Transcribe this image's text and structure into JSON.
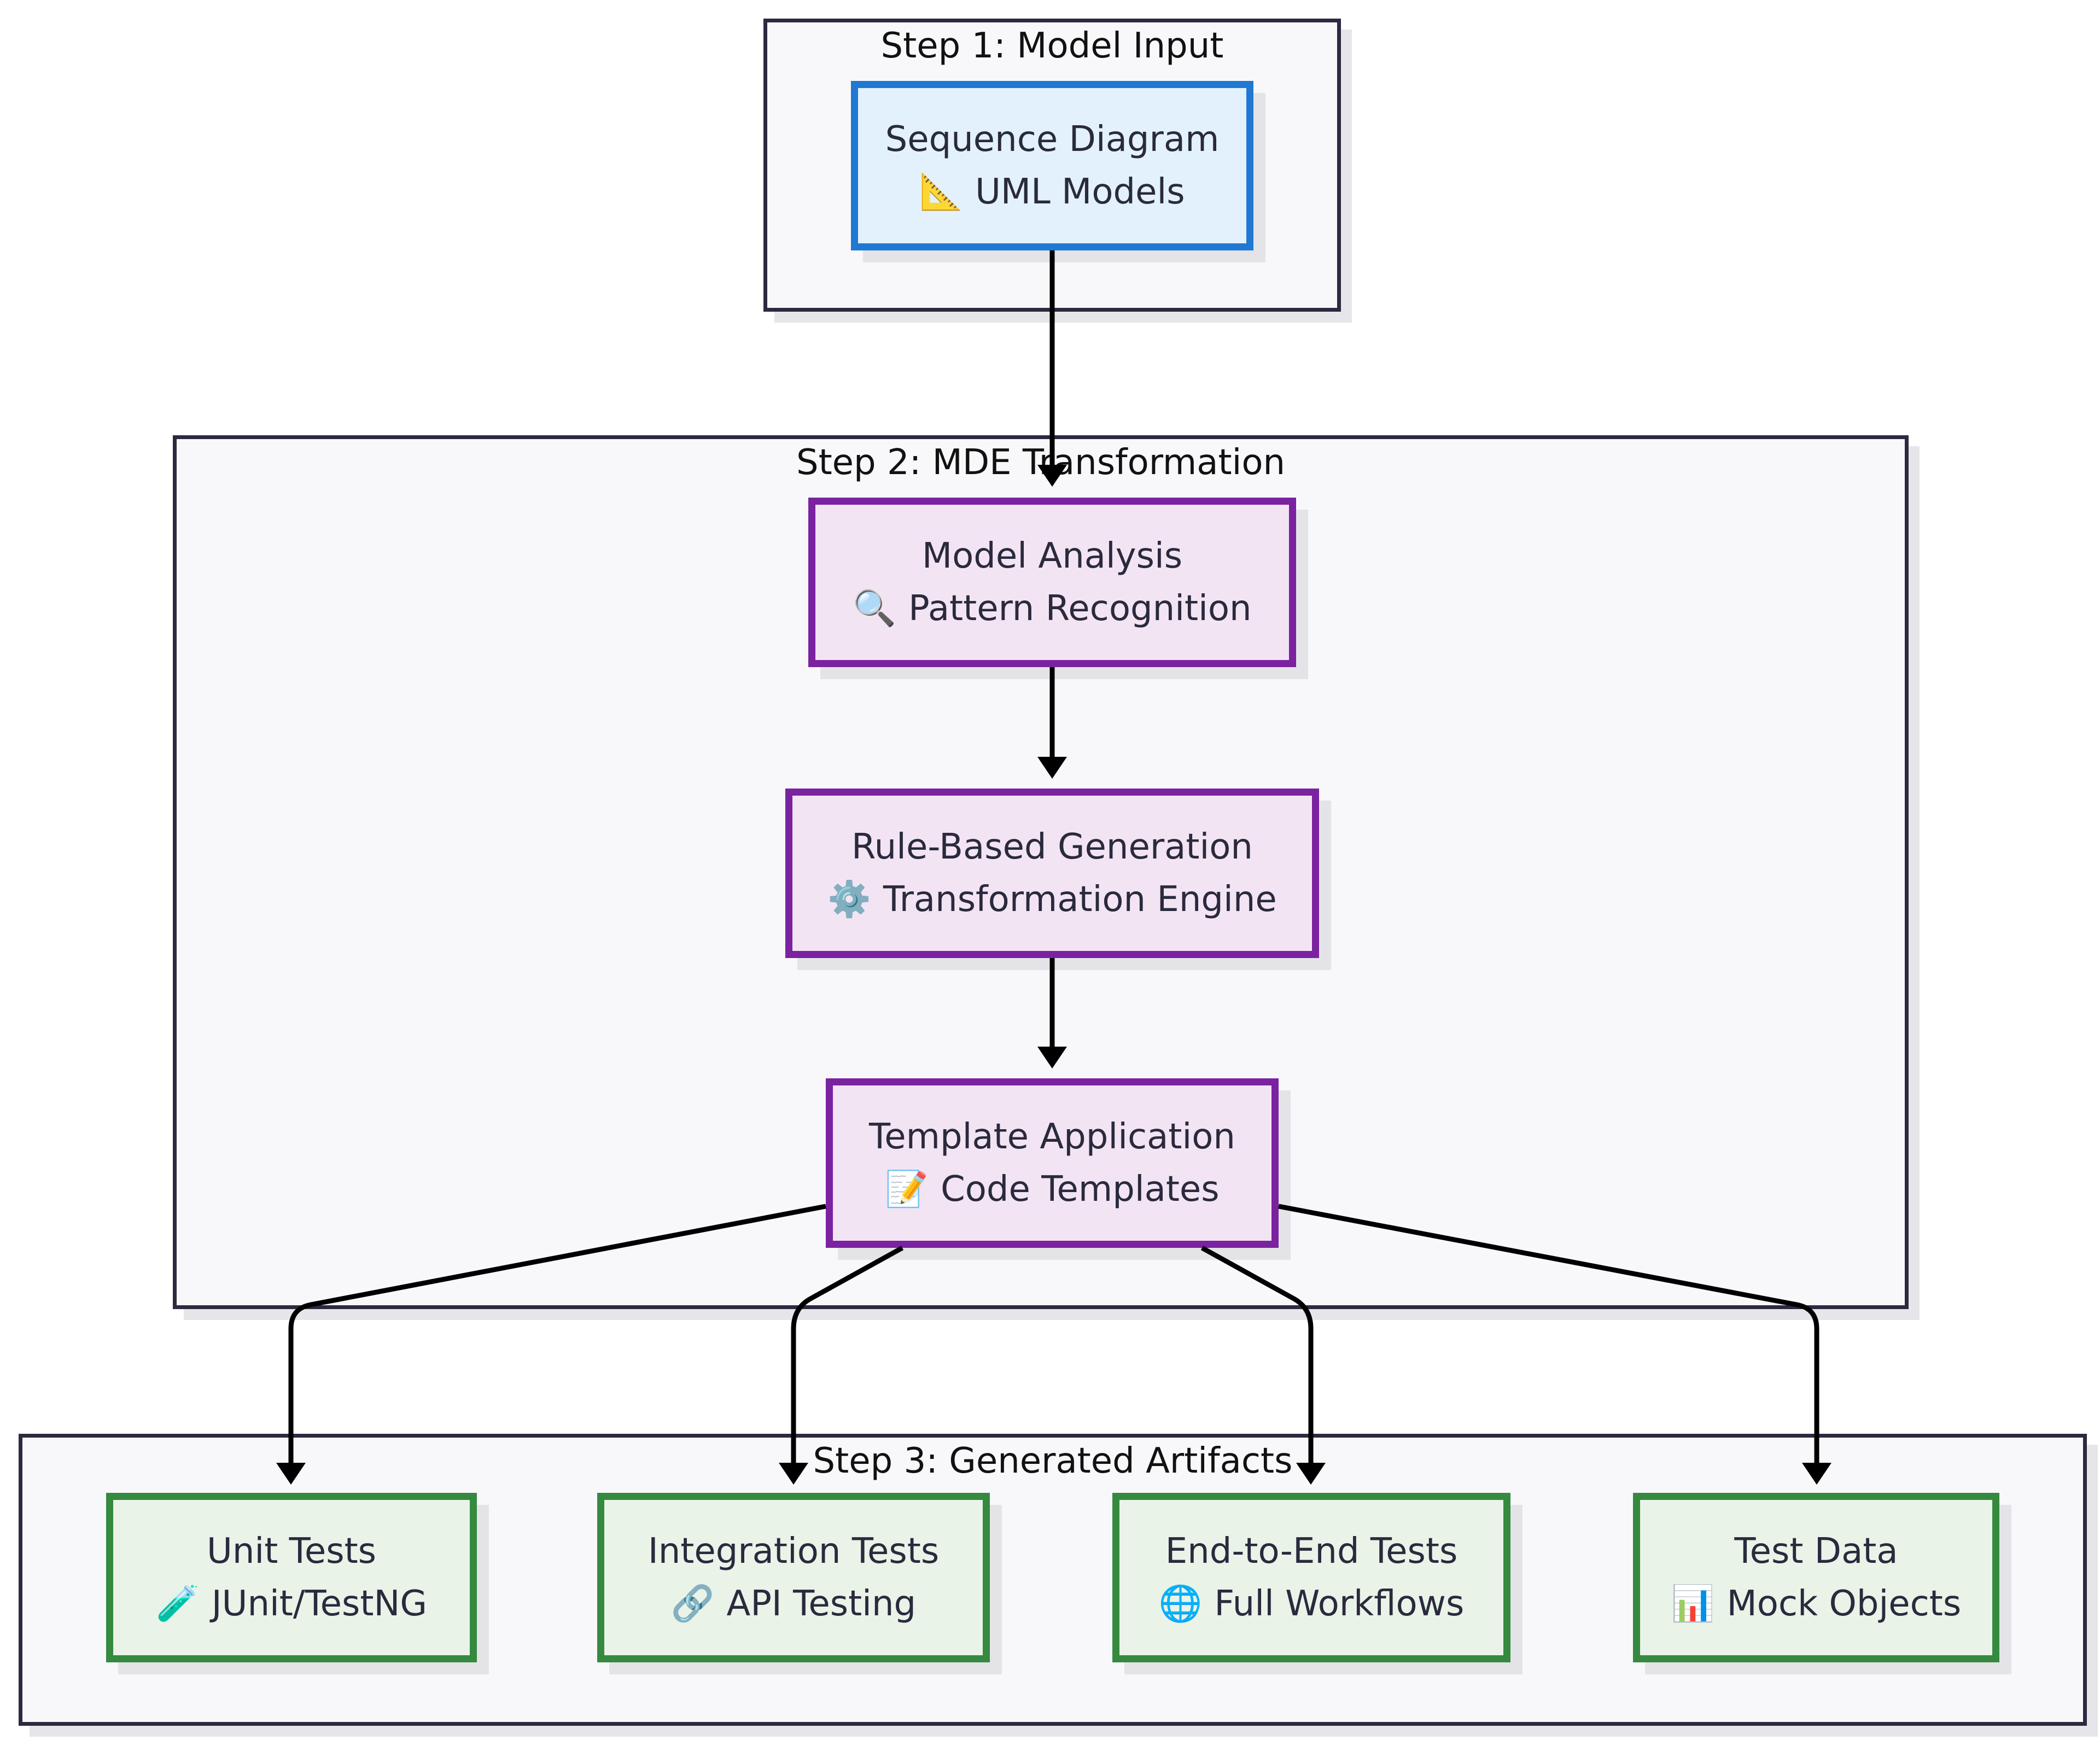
{
  "clusters": {
    "input": {
      "title": "Step 1: Model Input"
    },
    "transform": {
      "title": "Step 2: MDE Transformation"
    },
    "output": {
      "title": "Step 3: Generated Artifacts"
    }
  },
  "nodes": {
    "sequence_diagram": {
      "title": "Sequence Diagram",
      "icon": "📐",
      "icon_name": "triangular-ruler-icon",
      "subtitle": "UML Models"
    },
    "model_analysis": {
      "title": "Model Analysis",
      "icon": "🔍",
      "icon_name": "magnifying-glass-icon",
      "subtitle": "Pattern Recognition"
    },
    "rule_generation": {
      "title": "Rule-Based Generation",
      "icon": "⚙️",
      "icon_name": "gear-icon",
      "subtitle": "Transformation Engine"
    },
    "template_application": {
      "title": "Template Application",
      "icon": "📝",
      "icon_name": "memo-icon",
      "subtitle": "Code Templates"
    },
    "unit_tests": {
      "title": "Unit Tests",
      "icon": "🧪",
      "icon_name": "test-tube-icon",
      "subtitle": "JUnit/TestNG"
    },
    "integration_tests": {
      "title": "Integration Tests",
      "icon": "🔗",
      "icon_name": "link-icon",
      "subtitle": "API Testing"
    },
    "e2e_tests": {
      "title": "End-to-End Tests",
      "icon": "🌐",
      "icon_name": "globe-icon",
      "subtitle": "Full Workflows"
    },
    "test_data": {
      "title": "Test Data",
      "icon": "📊",
      "icon_name": "bar-chart-icon",
      "subtitle": "Mock Objects"
    }
  },
  "edges": [
    {
      "from": "sequence_diagram",
      "to": "model_analysis"
    },
    {
      "from": "model_analysis",
      "to": "rule_generation"
    },
    {
      "from": "rule_generation",
      "to": "template_application"
    },
    {
      "from": "template_application",
      "to": "unit_tests"
    },
    {
      "from": "template_application",
      "to": "integration_tests"
    },
    {
      "from": "template_application",
      "to": "e2e_tests"
    },
    {
      "from": "template_application",
      "to": "test_data"
    }
  ],
  "colors": {
    "input_fill": "#e3f1fc",
    "input_stroke": "#1f78d1",
    "transform_fill": "#f3e4f4",
    "transform_stroke": "#7a22a0",
    "output_fill": "#e9f3e8",
    "output_stroke": "#358a3f",
    "cluster_fill": "#f8f8fb",
    "cluster_stroke": "#2b2a40",
    "edge": "#000000"
  }
}
